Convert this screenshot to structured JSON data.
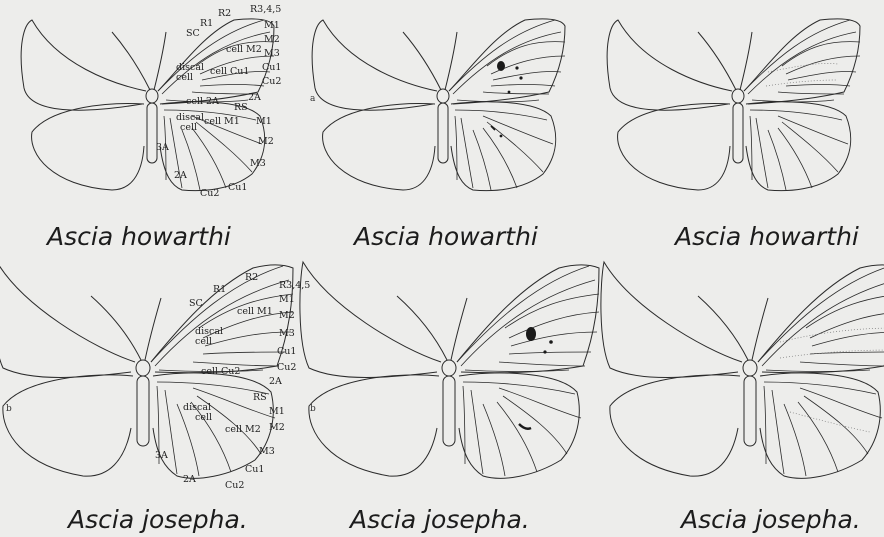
{
  "captions": {
    "top_left": "Ascia howarthi",
    "top_middle": "Ascia howarthi",
    "top_right": "Ascia howarthi",
    "bottom_left": "Ascia josepha.",
    "bottom_middle": "Ascia josepha.",
    "bottom_right": "Ascia josepha."
  },
  "panel_marks": {
    "a": "a",
    "b_left": "b",
    "b_middle": "b"
  },
  "howarthi_venation": {
    "sc": "SC",
    "r1": "R1",
    "r2": "R2",
    "r345": "R3,4,5",
    "fw_m1": "M1",
    "fw_m2": "M2",
    "fw_m3": "M3",
    "fw_cu1": "Cu1",
    "fw_cu2": "Cu2",
    "fw_2a": "2A",
    "cell_m2": "cell M2",
    "discal": "discal",
    "cell": "cell",
    "cell_cu1": "cell Cu1",
    "cell_2a": "cell 2A",
    "rs": "RS",
    "hw_m1": "M1",
    "hw_m2": "M2",
    "hw_m3": "M3",
    "hw_discal": "discal",
    "hw_cell": "cell",
    "cell_m1": "cell M1",
    "hw_3a": "3A",
    "hw_2a": "2A",
    "hw_cu2": "Cu2",
    "hw_cu1": "Cu1"
  },
  "josepha_venation": {
    "sc": "SC",
    "r1": "R1",
    "r2": "R2",
    "r345": "R3,4,5",
    "fw_m1": "M1",
    "fw_m2": "M2",
    "fw_m3": "M3",
    "fw_cu1": "Cu1",
    "fw_cu2": "Cu2",
    "fw_2a": "2A",
    "cell_m1": "cell M1",
    "discal": "discal",
    "cell": "cell",
    "cell_cu2": "cell Cu2",
    "rs": "RS",
    "hw_m1": "M1",
    "hw_m2": "M2",
    "hw_m3": "M3",
    "hw_discal": "discal",
    "hw_cell": "cell",
    "cell_m2": "cell M2",
    "hw_3a": "3A",
    "hw_2a": "2A",
    "hw_cu2": "Cu2",
    "hw_cu1": "Cu1"
  }
}
